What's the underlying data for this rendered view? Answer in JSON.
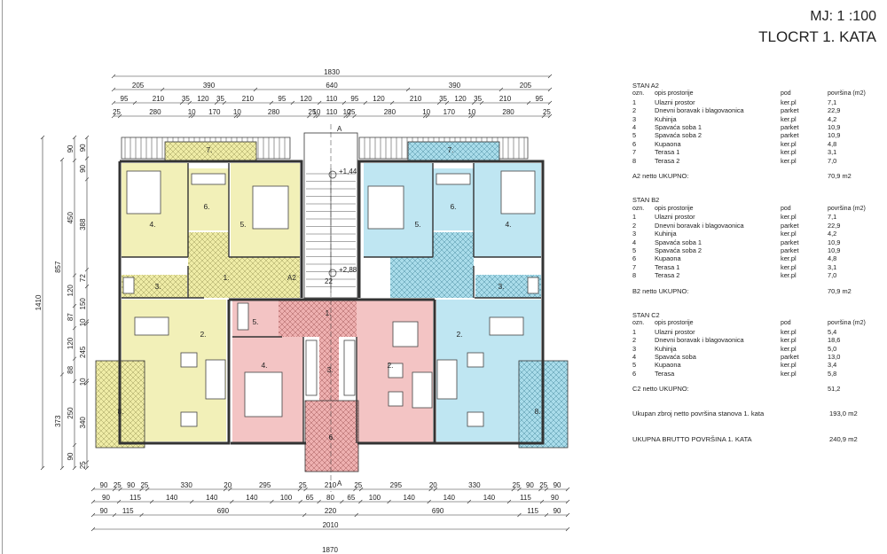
{
  "header": {
    "scale": "MJ: 1 :100",
    "title": "TLOCRT 1. KATA"
  },
  "plan": {
    "top_total": "1830",
    "top_row1": [
      "205",
      "390",
      "640",
      "390",
      "205"
    ],
    "top_row2": [
      "95",
      "210",
      "35",
      "120",
      "35",
      "210",
      "95",
      "120",
      "110",
      "95",
      "120",
      "210",
      "35",
      "120",
      "35",
      "210",
      "95"
    ],
    "top_row3": [
      "25",
      "280",
      "10",
      "170",
      "10",
      "280",
      "25",
      "10",
      "110",
      "10",
      "25",
      "280",
      "10",
      "170",
      "10",
      "280",
      "25"
    ],
    "left_total": "1410",
    "left_row1": [
      "857",
      "373"
    ],
    "left_row2": [
      "90",
      "450",
      "120",
      "87",
      "120",
      "88",
      "250",
      "90"
    ],
    "left_row3": [
      "90",
      "90",
      "388",
      "72",
      "150",
      "10",
      "245",
      "10",
      "340",
      "25"
    ],
    "bottom_row1": [
      "90",
      "25",
      "90",
      "25",
      "330",
      "20",
      "295",
      "25",
      "210",
      "25",
      "295",
      "20",
      "330",
      "25",
      "90",
      "25",
      "90"
    ],
    "bottom_row2": [
      "90",
      "115",
      "140",
      "140",
      "140",
      "100",
      "65",
      "80",
      "65",
      "100",
      "140",
      "140",
      "140",
      "115",
      "90"
    ],
    "bottom_row3": [
      "90",
      "115",
      "690",
      "220",
      "690",
      "115",
      "90"
    ],
    "bottom_total": "2010",
    "bottom_cut": "1870",
    "section_mark": "A",
    "section_mark2": "A2",
    "levels": [
      "+1,44",
      "+2,88"
    ],
    "stair_no": "22",
    "rooms": {
      "A": [
        "7.",
        "6.",
        "5.",
        "4.",
        "3.",
        "2.",
        "8."
      ],
      "B": [
        "7.",
        "6.",
        "5.",
        "4.",
        "3.",
        "2.",
        "8."
      ],
      "C": [
        "1.",
        "2.",
        "3.",
        "4.",
        "5.",
        "6."
      ],
      "common": "1."
    },
    "colors": {
      "A": "#f2f0b8",
      "B": "#bfe6f2",
      "C": "#f3c4c4"
    }
  },
  "tables": [
    {
      "title": "STAN A2",
      "headers": [
        "ozn.",
        "opis prostorije",
        "pod",
        "površina (m2)"
      ],
      "rows": [
        [
          "1",
          "Ulazni prostor",
          "ker.pl",
          "7,1"
        ],
        [
          "2",
          "Dnevni boravak i blagovaonica",
          "parket",
          "22,9"
        ],
        [
          "3",
          "Kuhinja",
          "ker.pl",
          "4,2"
        ],
        [
          "4",
          "Spavaća soba 1",
          "parket",
          "10,9"
        ],
        [
          "5",
          "Spavaća soba 2",
          "parket",
          "10,9"
        ],
        [
          "6",
          "Kupaona",
          "ker.pl",
          "4,8"
        ],
        [
          "7",
          "Terasa 1",
          "ker.pl",
          "3,1"
        ],
        [
          "8",
          "Terasa 2",
          "ker.pl",
          "7,0"
        ]
      ],
      "total_label": "A2 netto UKUPNO:",
      "total_value": "70,9 m2"
    },
    {
      "title": "STAN B2",
      "headers": [
        "ozn.",
        "opis prostorije",
        "pod",
        "površina (m2)"
      ],
      "rows": [
        [
          "1",
          "Ulazni prostor",
          "ker.pl",
          "7,1"
        ],
        [
          "2",
          "Dnevni boravak i blagovaonica",
          "parket",
          "22,9"
        ],
        [
          "3",
          "Kuhinja",
          "ker.pl",
          "4,2"
        ],
        [
          "4",
          "Spavaća soba 1",
          "parket",
          "10,9"
        ],
        [
          "5",
          "Spavaća soba 2",
          "parket",
          "10,9"
        ],
        [
          "6",
          "Kupaona",
          "ker.pl",
          "4,8"
        ],
        [
          "7",
          "Terasa 1",
          "ker.pl",
          "3,1"
        ],
        [
          "8",
          "Terasa 2",
          "ker.pl",
          "7,0"
        ]
      ],
      "total_label": "B2 netto UKUPNO:",
      "total_value": "70,9 m2"
    },
    {
      "title": "STAN C2",
      "headers": [
        "ozn.",
        "opis prostorije",
        "pod",
        "površina (m2)"
      ],
      "rows": [
        [
          "1",
          "Ulazni prostor",
          "ker.pl",
          "5,4"
        ],
        [
          "2",
          "Dnevni boravak i blagovaonica",
          "ker.pl",
          "18,6"
        ],
        [
          "3",
          "Kuhinja",
          "ker.pl",
          "5,0"
        ],
        [
          "4",
          "Spavaća soba",
          "parket",
          "13,0"
        ],
        [
          "5",
          "Kupaona",
          "ker.pl",
          "3,4"
        ],
        [
          "6",
          "Terasa",
          "ker.pl",
          "5,8"
        ]
      ],
      "total_label": "C2 netto UKUPNO:",
      "total_value": "51,2"
    }
  ],
  "summary": {
    "net_label": "Ukupan zbroj netto površina stanova 1. kata",
    "net_value": "193,0 m2",
    "gross_label": "UKUPNA BRUTTO POVRŠINA 1. KATA",
    "gross_value": "240,9 m2"
  }
}
